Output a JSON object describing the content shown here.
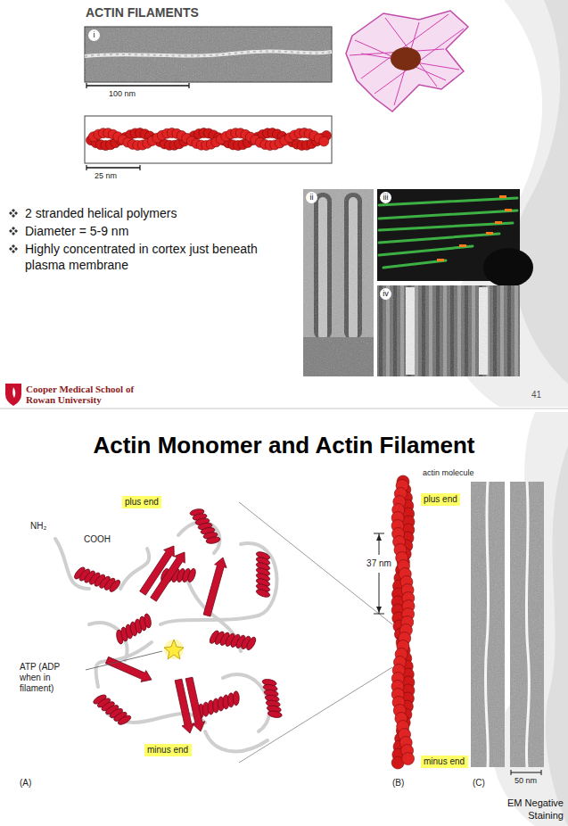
{
  "diagram": {
    "title": "ACTIN FILAMENTS",
    "nodes": [
      {
        "text": [
          "plus end"
        ]
      },
      {
        "text": [
          "minus end"
        ]
      },
      {
        "text": [
          "plus end"
        ]
      },
      {
        "text": [
          "minus end"
        ]
      }
    ],
    "labels": [
      "i",
      "100 nm",
      "25 nm",
      "2 stranded helical polymers",
      "Diameter = 5-9 nm",
      "Highly concentrated in cortex just beneath plasma membrane",
      "ii",
      "iii",
      "iv",
      "Cooper Medical School of Rowan University",
      "41",
      "Actin Monomer and Actin Filament",
      "NH₂",
      "COOH",
      "ATP (ADP when in filament)",
      "(A)",
      "actin molecule",
      "37 nm",
      "(B)",
      "50 nm",
      "(C)",
      "EM Negative Staining"
    ]
  }
}
